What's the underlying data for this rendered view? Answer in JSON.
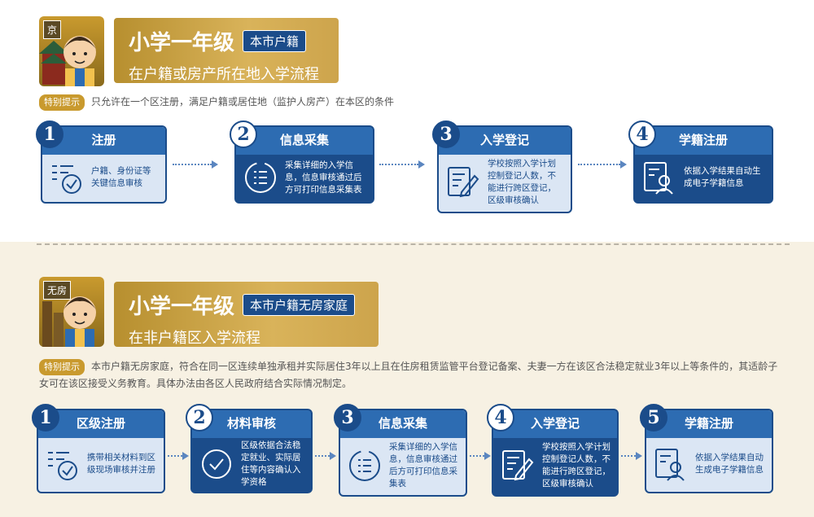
{
  "section1": {
    "badge": "京",
    "title": "小学一年级",
    "tag": "本市户籍",
    "subtitle": "在户籍或房产所在地入学流程",
    "note_label": "特别提示",
    "note_text": "只允许在一个区注册，满足户籍或居住地（监护人房产）在本区的条件",
    "steps": [
      {
        "num": "1",
        "title": "注册",
        "desc": "户籍、身份证等关键信息审核",
        "icon": "checklist-icon",
        "style": "light"
      },
      {
        "num": "2",
        "title": "信息采集",
        "desc": "采集详细的入学信息，信息审核通过后方可打印信息采集表",
        "icon": "list-circle-icon",
        "style": "dark"
      },
      {
        "num": "3",
        "title": "入学登记",
        "desc": "学校按照入学计划控制登记人数，不能进行跨区登记，区级审核确认",
        "icon": "edit-document-icon",
        "style": "light"
      },
      {
        "num": "4",
        "title": "学籍注册",
        "desc": "依据入学结果自动生成电子学籍信息",
        "icon": "student-id-icon",
        "style": "dark"
      }
    ]
  },
  "section2": {
    "badge": "无房",
    "title": "小学一年级",
    "tag": "本市户籍无房家庭",
    "subtitle": "在非户籍区入学流程",
    "note_label": "特别提示",
    "note_text": "本市户籍无房家庭，符合在同一区连续单独承租并实际居住3年以上且在住房租赁监管平台登记备案、夫妻一方在该区合法稳定就业3年以上等条件的，其适龄子女可在该区接受义务教育。具体办法由各区人民政府结合实际情况制定。",
    "steps": [
      {
        "num": "1",
        "title": "区级注册",
        "desc": "携带相关材料到区级现场审核并注册",
        "icon": "checklist-icon",
        "style": "light"
      },
      {
        "num": "2",
        "title": "材料审核",
        "desc": "区级依据合法稳定就业、实际居住等内容确认入学资格",
        "icon": "check-circle-icon",
        "style": "dark"
      },
      {
        "num": "3",
        "title": "信息采集",
        "desc": "采集详细的入学信息，信息审核通过后方可打印信息采集表",
        "icon": "list-circle-icon",
        "style": "light"
      },
      {
        "num": "4",
        "title": "入学登记",
        "desc": "学校按照入学计划控制登记人数，不能进行跨区登记，区级审核确认",
        "icon": "edit-document-icon",
        "style": "dark"
      },
      {
        "num": "5",
        "title": "学籍注册",
        "desc": "依据入学结果自动生成电子学籍信息",
        "icon": "student-id-icon",
        "style": "light"
      }
    ]
  }
}
